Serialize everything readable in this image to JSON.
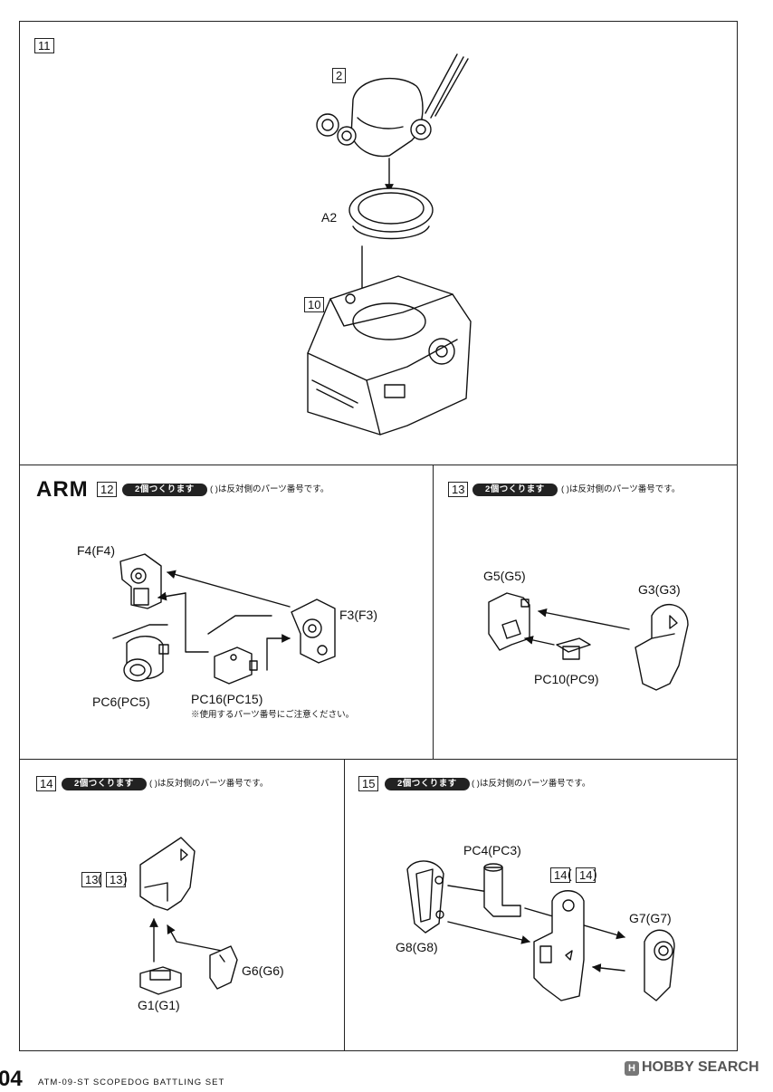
{
  "steps": {
    "s11": {
      "num": "11",
      "labels": {
        "p2": "2",
        "a2": "A2",
        "p10": "10"
      }
    },
    "s12": {
      "section": "ARM",
      "num": "12",
      "pill": "2個つくります",
      "note": "(   )は反対側のパーツ番号です。",
      "labels": {
        "f4": "F4(F4)",
        "f3": "F3(F3)",
        "pc6": "PC6(PC5)",
        "pc16": "PC16(PC15)"
      },
      "caution": "※使用するパーツ番号にご注意ください。"
    },
    "s13": {
      "num": "13",
      "pill": "2個つくります",
      "note": "(   )は反対側のパーツ番号です。",
      "labels": {
        "g5": "G5(G5)",
        "g3": "G3(G3)",
        "pc10": "PC10(PC9)"
      }
    },
    "s14": {
      "num": "14",
      "pill": "2個つくります",
      "note": "(   )は反対側のパーツ番号です。",
      "labels": {
        "ref13a": "13",
        "ref13b": "13",
        "g6": "G6(G6)",
        "g1": "G1(G1)"
      }
    },
    "s15": {
      "num": "15",
      "pill": "2個つくります",
      "note": "(   )は反対側のパーツ番号です。",
      "labels": {
        "pc4": "PC4(PC3)",
        "ref14a": "14",
        "ref14b": "14",
        "g7": "G7(G7)",
        "g8": "G8(G8)"
      }
    }
  },
  "footer": {
    "page": "04",
    "title": "ATM-09-ST SCOPEDOG BATTLING SET"
  },
  "watermark": {
    "text": "HOBBY SEARCH",
    "icon": "hobby-search-logo-icon"
  }
}
